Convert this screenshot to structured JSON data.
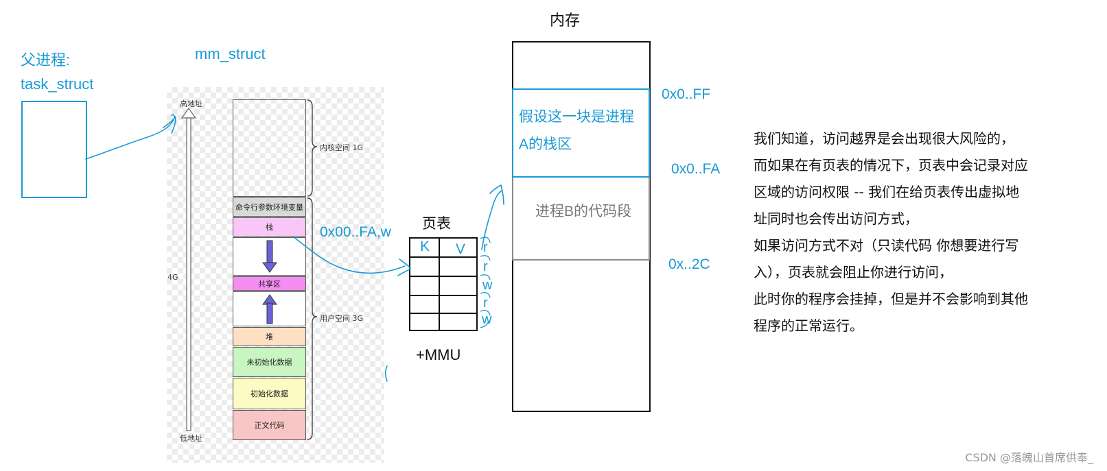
{
  "parent": {
    "label_line1": "父进程:",
    "label_line2": "task_struct"
  },
  "mm": {
    "title": "mm_struct",
    "high_addr": "高地址",
    "low_addr": "低地址",
    "size_4g": "4G",
    "kernel_space": "内核空间 1G",
    "user_space": "用户空间 3G",
    "segments": [
      {
        "label": "",
        "color": "#ffffff"
      },
      {
        "label": "命令行参数环境变量",
        "color": "#d9d9d9"
      },
      {
        "label": "栈",
        "color": "#f9c7f7"
      },
      {
        "label": "",
        "color": "#ffffff"
      },
      {
        "label": "共享区",
        "color": "#f58cf2"
      },
      {
        "label": "",
        "color": "#ffffff"
      },
      {
        "label": "堆",
        "color": "#fde0c4"
      },
      {
        "label": "未初始化数据",
        "color": "#c9f5c3"
      },
      {
        "label": "初始化数据",
        "color": "#fdfbc4"
      },
      {
        "label": "正文代码",
        "color": "#f9c6c6"
      }
    ],
    "arrow_color": "#6a63d8"
  },
  "page_table": {
    "title": "页表",
    "col_k": "K",
    "col_v": "V",
    "permissions": [
      "r",
      "r",
      "w",
      "r",
      "w"
    ],
    "mmu_label": "+MMU",
    "annotation": "0x00..FA,w"
  },
  "memory": {
    "title": "内存",
    "stack_block_text": "假设这一块是进程A的栈区",
    "code_block_text": "进程B的代码段",
    "addr_ff": "0x0..FF",
    "addr_fa": "0x0..FA",
    "addr_2c": "0x..2C"
  },
  "explanation": {
    "lines": [
      "我们知道，访问越界是会出现很大风险的，",
      "而如果在有页表的情况下，页表中会记录对应",
      "区域的访问权限 -- 我们在给页表传出虚拟地",
      "址同时也会传出访问方式，",
      "如果访问方式不对（只读代码 你想要进行写",
      "入），页表就会阻止你进行访问，",
      "此时你的程序会挂掉，但是并不会影响到其他",
      "程序的正常运行。"
    ]
  },
  "watermark": "CSDN @落魄山首席供奉_",
  "colors": {
    "annotation_blue": "#1a9ad6",
    "ink": "#111111"
  }
}
